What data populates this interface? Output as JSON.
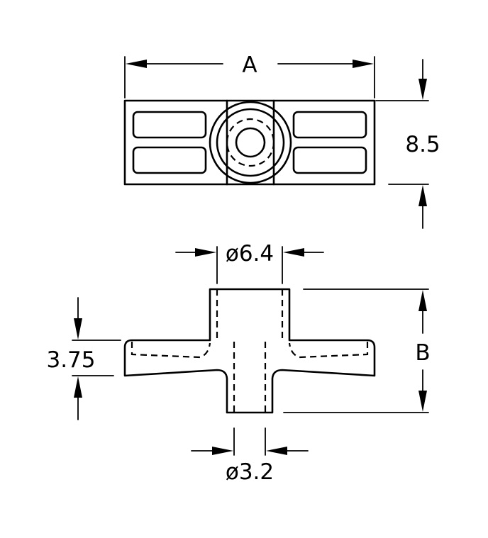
{
  "dimensions": {
    "A": "A",
    "height_top": "8.5",
    "top_diameter": "ø6.4",
    "B": "B",
    "flange_thickness": "3.75",
    "bottom_diameter": "ø3.2"
  }
}
